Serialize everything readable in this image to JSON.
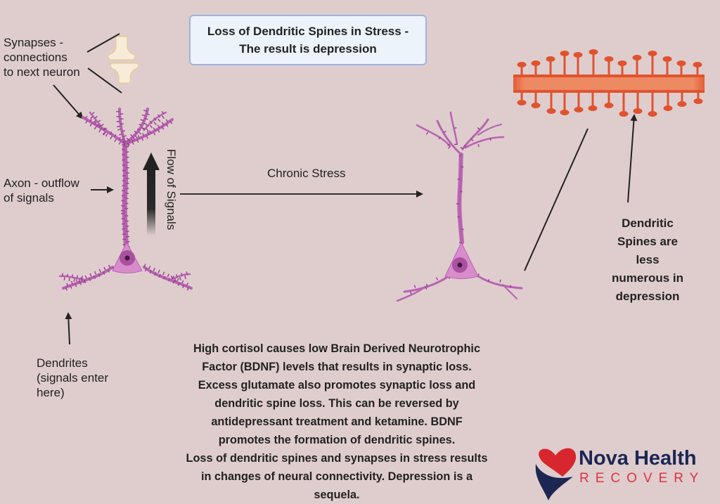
{
  "title": {
    "line1": "Loss of Dendritic Spines in Stress -",
    "line2": "The result is depression"
  },
  "labels": {
    "synapses": [
      "Synapses -",
      "connections",
      "to next neuron"
    ],
    "axon": [
      "Axon - outflow",
      "of signals"
    ],
    "dendrites": [
      "Dendrites",
      "(signals enter",
      "here)"
    ],
    "flow": "Flow of Signals",
    "chronic_stress": "Chronic Stress",
    "spines_note": [
      "Dendritic",
      "Spines are",
      "less",
      "numerous in",
      "depression"
    ]
  },
  "body_text": [
    "High cortisol causes low Brain Derived Neurotrophic",
    "Factor (BDNF) levels that results in synaptic loss.",
    "Excess glutamate also promotes synaptic loss and",
    "dendritic spine loss. This can be reversed by",
    "antidepressant treatment and ketamine. BDNF",
    "promotes the formation of dendritic spines.",
    "Loss of dendritic spines and synapses in stress results",
    "in changes of neural connectivity. Depression is a",
    "sequela."
  ],
  "logo": {
    "name": "Nova Health",
    "sub": "RECOVERY",
    "icon": "heart-in-hand-icon"
  },
  "colors": {
    "background": "#dfcdce",
    "neuron": "#c06cb4",
    "dendrite_bar": "#e0532f",
    "title_box": "#edf3fb",
    "logo_navy": "#1c2653",
    "logo_red": "#e0323f"
  }
}
